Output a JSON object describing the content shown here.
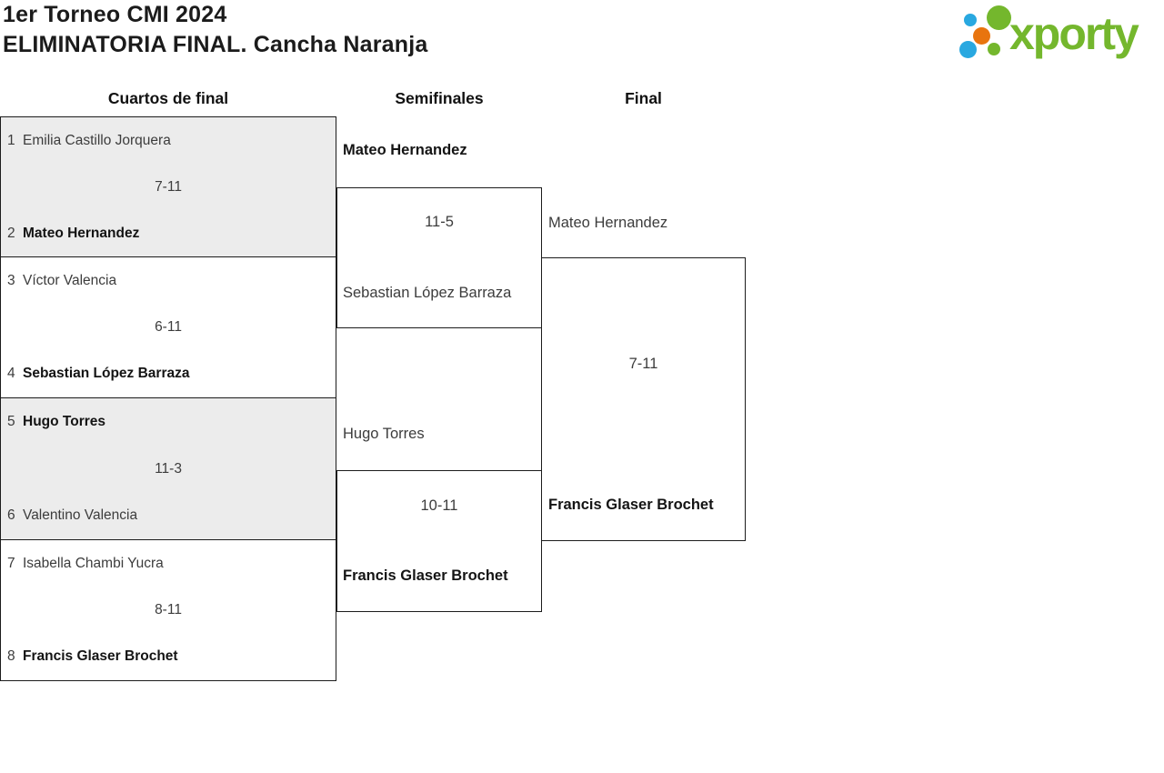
{
  "header": {
    "title_line1": "1er Torneo CMI 2024",
    "title_line2": "ELIMINATORIA FINAL. Cancha Naranja",
    "logo_text": "xporty"
  },
  "rounds": [
    {
      "label": "Cuartos de final"
    },
    {
      "label": "Semifinales"
    },
    {
      "label": "Final"
    }
  ],
  "quarterfinals": [
    {
      "seed1": "1",
      "player1": "Emilia Castillo Jorquera",
      "seed2": "2",
      "player2": "Mateo Hernandez",
      "score": "7-11",
      "winner": "Mateo Hernandez",
      "shaded": true
    },
    {
      "seed1": "3",
      "player1": "Víctor Valencia",
      "seed2": "4",
      "player2": "Sebastian López Barraza",
      "score": "6-11",
      "winner": "Sebastian López Barraza",
      "shaded": false
    },
    {
      "seed1": "5",
      "player1": "Hugo Torres",
      "seed2": "6",
      "player2": "Valentino Valencia",
      "score": "11-3",
      "winner": "Hugo Torres",
      "shaded": true
    },
    {
      "seed1": "7",
      "player1": "Isabella Chambi Yucra",
      "seed2": "8",
      "player2": "Francis Glaser Brochet",
      "score": "8-11",
      "winner": "Francis Glaser Brochet",
      "shaded": false
    }
  ],
  "semifinals": [
    {
      "player1": "Mateo Hernandez",
      "player2": "Sebastian López Barraza",
      "score": "11-5",
      "winner": "Mateo Hernandez"
    },
    {
      "player1": "Hugo Torres",
      "player2": "Francis Glaser Brochet",
      "score": "10-11",
      "winner": "Francis Glaser Brochet"
    }
  ],
  "final": {
    "player1": "Mateo Hernandez",
    "player2": "Francis Glaser Brochet",
    "score": "7-11",
    "winner": "Francis Glaser Brochet"
  },
  "colors": {
    "logo_green": "#74b72d",
    "logo_blue": "#29a8e0",
    "logo_orange": "#e8740e",
    "shaded_match_bg": "#ececec",
    "border": "#1c1c1c",
    "text_regular": "#3c3c3c",
    "text_winner": "#141414"
  }
}
